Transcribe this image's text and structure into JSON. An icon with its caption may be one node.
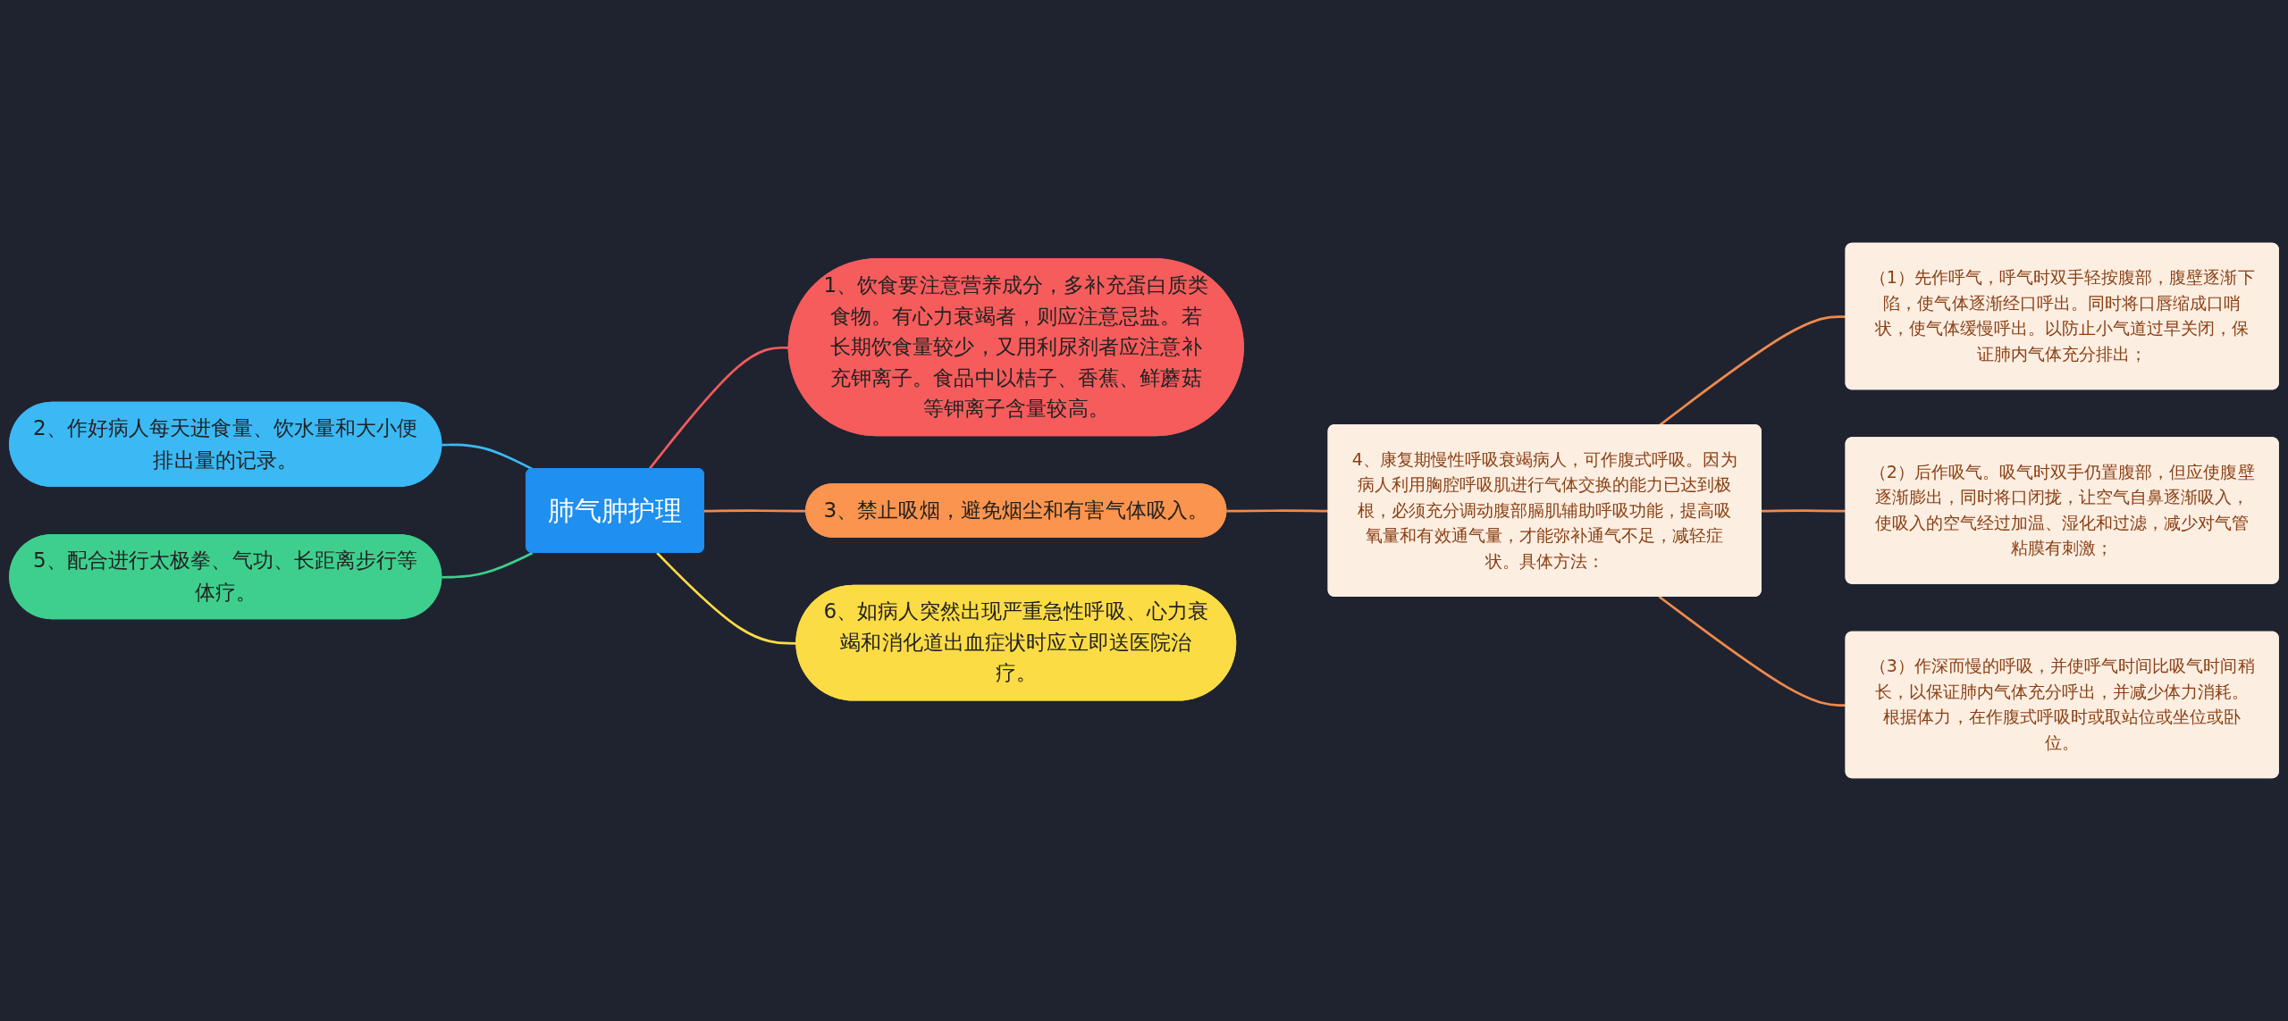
{
  "diagram": {
    "nodes": [
      {
        "text": [
          "肺气肿护理"
        ]
      },
      {
        "text": [
          "1、饮食要注意营养成分，多补充蛋白质类食物。有心力衰竭者，则应注意忌盐。若长期饮食量较少，又用利尿剂者应注意补充钾离子。食品中以桔子、香蕉、鲜蘑菇等钾离子含量较高。"
        ]
      },
      {
        "text": [
          "2、作好病人每天进食量、饮水量和大小便排出量的记录。"
        ]
      },
      {
        "text": [
          "3、禁止吸烟，避免烟尘和有害气体吸入。"
        ]
      },
      {
        "text": [
          "5、配合进行太极拳、气功、长距离步行等体疗。"
        ]
      },
      {
        "text": [
          "6、如病人突然出现严重急性呼吸、心力衰竭和消化道出血症状时应立即送医院治疗。"
        ]
      },
      {
        "text": [
          "4、康复期慢性呼吸衰竭病人，可作腹式呼吸。因为病人利用胸腔呼吸肌进行气体交换的能力已达到极根，必须充分调动腹部膈肌辅助呼吸功能，提高吸氧量和有效通气量，才能弥补通气不足，减轻症状。具体方法："
        ]
      },
      {
        "text": [
          "（1）先作呼气，呼气时双手轻按腹部，腹壁逐渐下陷，使气体逐渐经口呼出。同时将口唇缩成口哨状，使气体缓慢呼出。以防止小气道过早关闭，保证肺内气体充分排出；"
        ]
      },
      {
        "text": [
          "（2）后作吸气。吸气时双手仍置腹部，但应使腹壁逐渐膨出，同时将口闭拢，让空气自鼻逐渐吸入，使吸入的空气经过加温、湿化和过滤，减少对气管粘膜有刺激；"
        ]
      },
      {
        "text": [
          "（3）作深而慢的呼吸，并使呼气时间比吸气时间稍长，以保证肺内气体充分呼出，并减少体力消耗。根据体力，在作腹式呼吸时或取站位或坐位或卧位。"
        ]
      }
    ],
    "edges": [
      {
        "from": 0,
        "to": 1,
        "arrow": "none",
        "color": "#f25c5c"
      },
      {
        "from": 2,
        "to": 0,
        "arrow": "none",
        "color": "#3bb9f5"
      },
      {
        "from": 0,
        "to": 3,
        "arrow": "none"
      },
      {
        "from": 4,
        "to": 0,
        "arrow": "none",
        "color": "#3ecf8e"
      },
      {
        "from": 0,
        "to": 5,
        "arrow": "none",
        "color": "#fcdc45"
      },
      {
        "from": 3,
        "to": 6,
        "arrow": "none"
      },
      {
        "from": 6,
        "to": 7,
        "arrow": "none"
      },
      {
        "from": 6,
        "to": 8,
        "arrow": "none"
      },
      {
        "from": 6,
        "to": 9,
        "arrow": "none"
      }
    ]
  }
}
